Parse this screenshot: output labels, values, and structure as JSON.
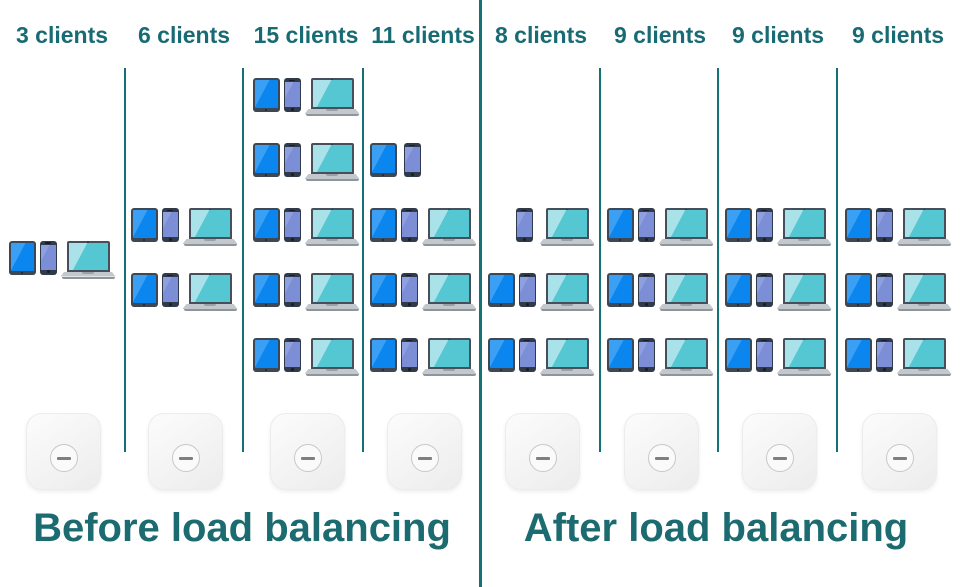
{
  "titles": {
    "before": "Before load balancing",
    "after": "After load balancing"
  },
  "colors": {
    "teal_text": "#186b74",
    "divider": "#147277",
    "tablet_screen": "#0b86ee",
    "phone_screen": "#7b8ed6",
    "laptop_screen": "#55c7d3",
    "device_frame": "#3e4854",
    "access_point_body": "#f5f5f6"
  },
  "sections": [
    {
      "id": "before",
      "columns": [
        {
          "label": "3 clients",
          "count": 3,
          "rows": [
            {
              "slot": 2.5,
              "devices": [
                "tablet",
                "phone",
                "laptop"
              ]
            }
          ],
          "access_point": true
        },
        {
          "label": "6 clients",
          "count": 6,
          "rows": [
            {
              "slot": 2,
              "devices": [
                "tablet",
                "phone",
                "laptop"
              ]
            },
            {
              "slot": 3,
              "devices": [
                "tablet",
                "phone",
                "laptop"
              ]
            }
          ],
          "access_point": true
        },
        {
          "label": "15 clients",
          "count": 15,
          "rows": [
            {
              "slot": 0,
              "devices": [
                "tablet",
                "phone",
                "laptop"
              ]
            },
            {
              "slot": 1,
              "devices": [
                "tablet",
                "phone",
                "laptop"
              ]
            },
            {
              "slot": 2,
              "devices": [
                "tablet",
                "phone",
                "laptop"
              ]
            },
            {
              "slot": 3,
              "devices": [
                "tablet",
                "phone",
                "laptop"
              ]
            },
            {
              "slot": 4,
              "devices": [
                "tablet",
                "phone",
                "laptop"
              ]
            }
          ],
          "access_point": true
        },
        {
          "label": "11 clients",
          "count": 11,
          "rows": [
            {
              "slot": 1,
              "devices": [
                "tablet",
                "phone"
              ]
            },
            {
              "slot": 2,
              "devices": [
                "tablet",
                "phone",
                "laptop"
              ]
            },
            {
              "slot": 3,
              "devices": [
                "tablet",
                "phone",
                "laptop"
              ]
            },
            {
              "slot": 4,
              "devices": [
                "tablet",
                "phone",
                "laptop"
              ]
            }
          ],
          "access_point": true
        }
      ]
    },
    {
      "id": "after",
      "columns": [
        {
          "label": "8 clients",
          "count": 8,
          "rows": [
            {
              "slot": 2,
              "devices": [
                "phone",
                "laptop"
              ]
            },
            {
              "slot": 3,
              "devices": [
                "tablet",
                "phone",
                "laptop"
              ]
            },
            {
              "slot": 4,
              "devices": [
                "tablet",
                "phone",
                "laptop"
              ]
            }
          ],
          "access_point": true
        },
        {
          "label": "9 clients",
          "count": 9,
          "rows": [
            {
              "slot": 2,
              "devices": [
                "tablet",
                "phone",
                "laptop"
              ]
            },
            {
              "slot": 3,
              "devices": [
                "tablet",
                "phone",
                "laptop"
              ]
            },
            {
              "slot": 4,
              "devices": [
                "tablet",
                "phone",
                "laptop"
              ]
            }
          ],
          "access_point": true
        },
        {
          "label": "9 clients",
          "count": 9,
          "rows": [
            {
              "slot": 2,
              "devices": [
                "tablet",
                "phone",
                "laptop"
              ]
            },
            {
              "slot": 3,
              "devices": [
                "tablet",
                "phone",
                "laptop"
              ]
            },
            {
              "slot": 4,
              "devices": [
                "tablet",
                "phone",
                "laptop"
              ]
            }
          ],
          "access_point": true
        },
        {
          "label": "9 clients",
          "count": 9,
          "rows": [
            {
              "slot": 2,
              "devices": [
                "tablet",
                "phone",
                "laptop"
              ]
            },
            {
              "slot": 3,
              "devices": [
                "tablet",
                "phone",
                "laptop"
              ]
            },
            {
              "slot": 4,
              "devices": [
                "tablet",
                "phone",
                "laptop"
              ]
            }
          ],
          "access_point": true
        }
      ]
    }
  ]
}
